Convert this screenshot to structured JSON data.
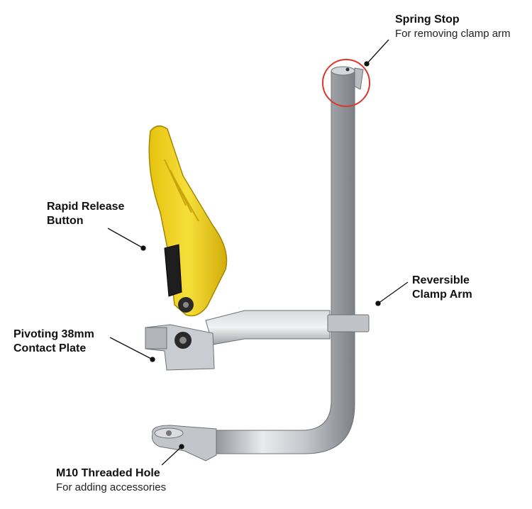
{
  "labels": {
    "spring_stop": {
      "title": "Spring Stop",
      "subtitle": "For removing clamp arm"
    },
    "rapid_release": {
      "line1": "Rapid Release",
      "line2": "Button"
    },
    "reversible_arm": {
      "line1": "Reversible",
      "line2": "Clamp Arm"
    },
    "contact_plate": {
      "line1": "Pivoting 38mm",
      "line2": "Contact Plate"
    },
    "threaded_hole": {
      "title": "M10 Threaded Hole",
      "subtitle": "For adding accessories"
    }
  },
  "colors": {
    "handle_yellow": "#f2d21c",
    "steel": "#c9ccd0",
    "callout_red": "#d9382e",
    "leader": "#111111"
  }
}
